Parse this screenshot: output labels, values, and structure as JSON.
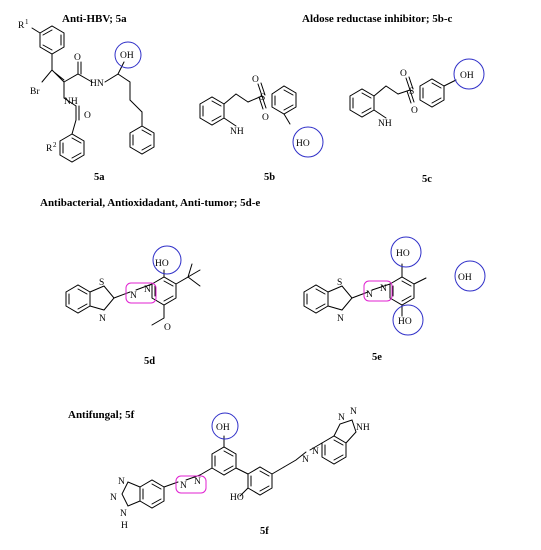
{
  "figure": {
    "headings": {
      "h5a": "Anti-HBV; 5a",
      "h5bc": "Aldose reductase inhibitor; 5b-c",
      "h5de": "Antibacterial, Antioxidadant, Anti-tumor; 5d-e",
      "h5f": "Antifungal; 5f"
    },
    "compounds": {
      "c5a": "5a",
      "c5b": "5b",
      "c5c": "5c",
      "c5d": "5d",
      "c5e": "5e",
      "c5f": "5f"
    },
    "atoms": {
      "R1": "R",
      "R1sup": "1",
      "R2": "R",
      "R2sup": "2",
      "Br": "Br",
      "O": "O",
      "S": "S",
      "N": "N",
      "NH": "NH",
      "HN": "HN",
      "H": "H",
      "OH": "OH",
      "HO": "HO"
    },
    "colors": {
      "hydroxyl_highlight": "#2f2fc8",
      "azo_highlight": "#e020d0",
      "line": "#000000"
    }
  }
}
